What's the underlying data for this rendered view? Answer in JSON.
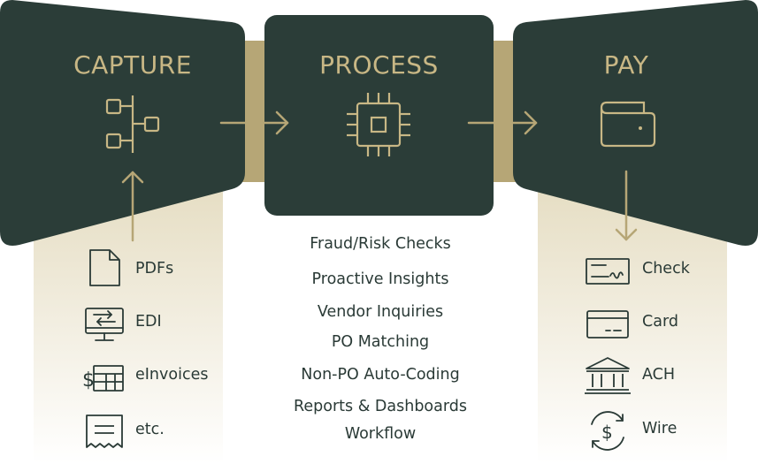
{
  "colors": {
    "panel": "#2b3d38",
    "gold": "#b6a676",
    "gold_text": "#c8b785",
    "text": "#2a3a36",
    "fade": "#e8e0c8"
  },
  "stages": {
    "capture": {
      "title": "CAPTURE",
      "icon": "flowchart-icon"
    },
    "process": {
      "title": "PROCESS",
      "icon": "processor-chip-icon"
    },
    "pay": {
      "title": "PAY",
      "icon": "wallet-icon"
    }
  },
  "inputs": [
    {
      "label": "PDFs",
      "icon": "document-icon"
    },
    {
      "label": "EDI",
      "icon": "monitor-exchange-icon"
    },
    {
      "label": "eInvoices",
      "icon": "dollar-invoice-icon"
    },
    {
      "label": "etc.",
      "icon": "receipt-icon"
    }
  ],
  "process_steps": [
    "Fraud/Risk Checks",
    "Proactive Insights",
    "Vendor Inquiries",
    "PO Matching",
    "Non-PO Auto-Coding",
    "Reports & Dashboards",
    "Workflow"
  ],
  "payments": [
    {
      "label": "Check",
      "icon": "check-icon"
    },
    {
      "label": "Card",
      "icon": "credit-card-icon"
    },
    {
      "label": "ACH",
      "icon": "bank-icon"
    },
    {
      "label": "Wire",
      "icon": "wire-transfer-icon"
    }
  ]
}
